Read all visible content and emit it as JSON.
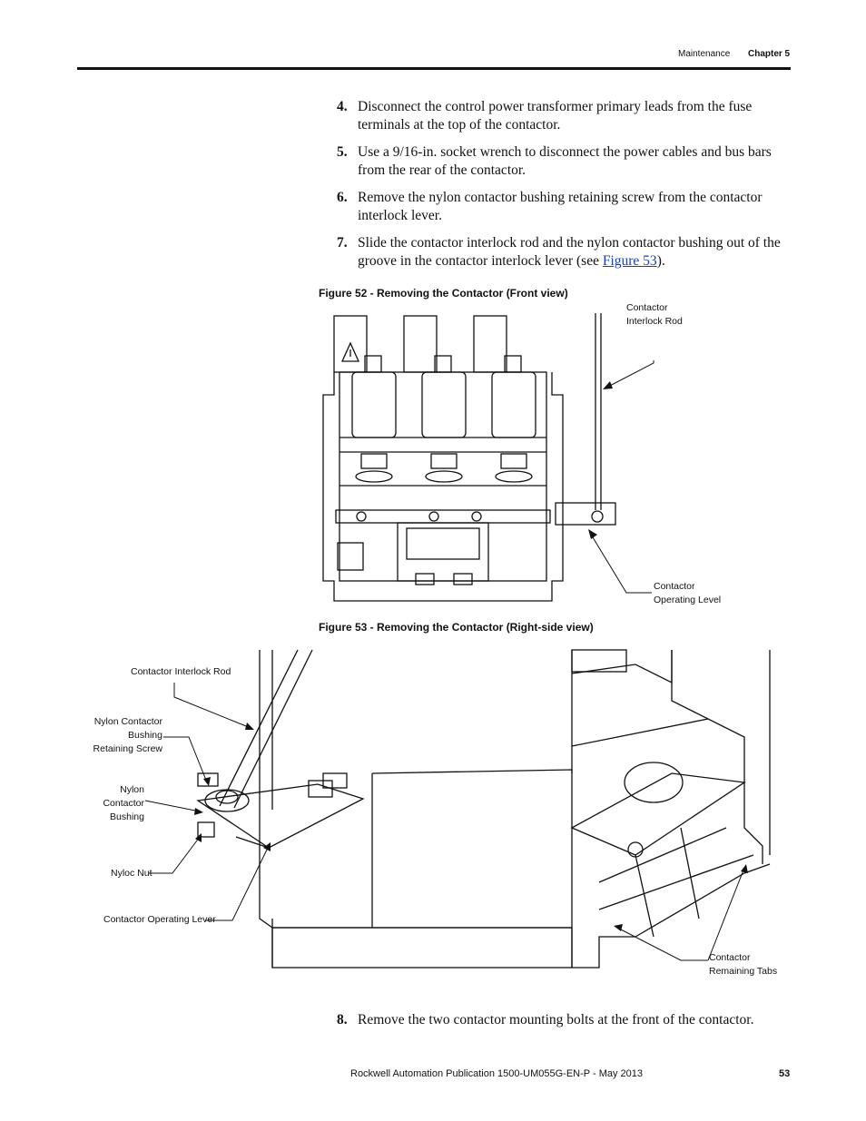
{
  "header": {
    "section": "Maintenance",
    "chapter": "Chapter 5"
  },
  "steps": [
    {
      "num": "4.",
      "text": "Disconnect the control power transformer primary leads from the fuse terminals at the top of the contactor."
    },
    {
      "num": "5.",
      "text": "Use a 9/16-in. socket wrench to disconnect the power cables and bus bars from the rear of the contactor."
    },
    {
      "num": "6.",
      "text": "Remove the nylon contactor bushing retaining screw from the contactor interlock lever."
    },
    {
      "num": "7.",
      "text_before": "Slide the contactor interlock rod and the nylon contactor bushing out of the groove in the contactor interlock lever (see ",
      "link": "Figure 53",
      "text_after": ")."
    },
    {
      "num": "8.",
      "text": "Remove the two contactor mounting bolts at the front of the contactor."
    }
  ],
  "figure52": {
    "caption": "Figure 52 - Removing the Contactor (Front view)",
    "callouts": {
      "interlock_rod_1": "Contactor",
      "interlock_rod_2": "Interlock Rod",
      "operating_level_1": "Contactor",
      "operating_level_2": "Operating Level"
    }
  },
  "figure53": {
    "caption": "Figure 53 - Removing the Contactor (Right-side view)",
    "callouts": {
      "interlock_rod": "Contactor Interlock Rod",
      "retaining_screw_1": "Nylon Contactor",
      "retaining_screw_2": "Bushing",
      "retaining_screw_3": "Retaining Screw",
      "bushing_1": "Nylon",
      "bushing_2": "Contactor",
      "bushing_3": "Bushing",
      "nyloc_nut": "Nyloc Nut",
      "operating_lever": "Contactor Operating Lever",
      "tabs_1": "Contactor",
      "tabs_2": "Remaining Tabs"
    }
  },
  "footer": {
    "publication": "Rockwell Automation Publication 1500-UM055G-EN-P - May 2013",
    "page_number": "53"
  }
}
